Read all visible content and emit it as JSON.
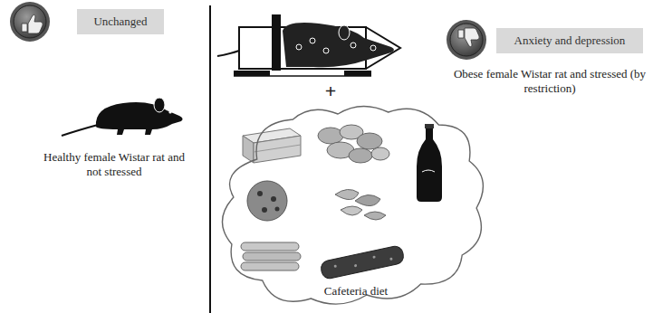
{
  "diagram": {
    "nodes": [
      {
        "text": [
          "Unchanged"
        ]
      },
      {
        "text": [
          "Anxiety and depression"
        ]
      },
      {
        "text": [
          "Cafeteria diet"
        ]
      }
    ],
    "labels": [
      "Healthy female Wistar rat and not stressed",
      "+",
      "Obese female Wistar rat and stressed (by restriction)"
    ]
  }
}
